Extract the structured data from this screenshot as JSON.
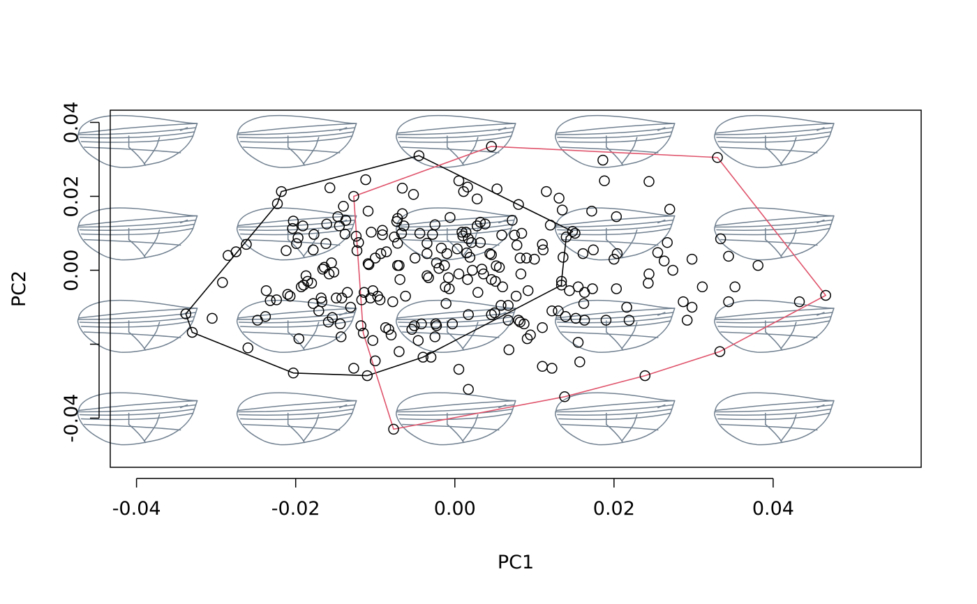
{
  "chart_data": {
    "type": "scatter",
    "title": "",
    "xlabel": "PC1",
    "ylabel": "PC2",
    "xlim": [
      -0.0433,
      0.0586
    ],
    "ylim": [
      -0.0533,
      0.0433
    ],
    "x_ticks": [
      -0.04,
      -0.02,
      0.0,
      0.02,
      0.04
    ],
    "x_tick_labels": [
      "-0.04",
      "-0.02",
      "0.00",
      "0.02",
      "0.04"
    ],
    "y_ticks": [
      -0.04,
      -0.02,
      0.0,
      0.02,
      0.04
    ],
    "y_tick_labels": [
      "-0.04",
      "",
      "0.00",
      "0.02",
      "0.04"
    ],
    "grid": false,
    "legend": "none",
    "background_wings": {
      "x_centers": [
        -0.04,
        -0.02,
        0.0,
        0.02,
        0.04
      ],
      "y_centers": [
        0.035,
        0.01,
        -0.015,
        -0.04
      ],
      "color": "#708090",
      "icon": "fly-wing-icon"
    },
    "hulls": [
      {
        "color": "#000000",
        "vertices": [
          [
            -0.0045,
            0.031
          ],
          [
            0.0148,
            0.0105
          ],
          [
            0.014,
            0.009
          ],
          [
            0.0134,
            -0.003
          ],
          [
            0.0134,
            -0.004
          ],
          [
            -0.004,
            -0.0235
          ],
          [
            -0.011,
            -0.0285
          ],
          [
            -0.0203,
            -0.0278
          ],
          [
            -0.033,
            -0.0168
          ],
          [
            -0.0338,
            -0.0118
          ],
          [
            -0.0223,
            0.018
          ],
          [
            -0.0218,
            0.0213
          ]
        ]
      },
      {
        "color": "#DF536B",
        "vertices": [
          [
            0.0046,
            0.0335
          ],
          [
            0.033,
            0.0305
          ],
          [
            0.0466,
            -0.0068
          ],
          [
            0.0333,
            -0.022
          ],
          [
            0.0239,
            -0.0285
          ],
          [
            0.0138,
            -0.0342
          ],
          [
            -0.0077,
            -0.043
          ],
          [
            -0.0115,
            -0.017
          ],
          [
            -0.0127,
            0.02
          ]
        ]
      }
    ],
    "points": [
      [
        -0.0045,
        0.031
      ],
      [
        0.0046,
        0.0335
      ],
      [
        0.033,
        0.0305
      ],
      [
        0.0186,
        0.0298
      ],
      [
        0.0188,
        0.0242
      ],
      [
        0.0244,
        0.024
      ],
      [
        -0.0218,
        0.0213
      ],
      [
        -0.0223,
        0.018
      ],
      [
        -0.0157,
        0.0223
      ],
      [
        -0.0112,
        0.0245
      ],
      [
        -0.0066,
        0.0222
      ],
      [
        -0.0052,
        0.0205
      ],
      [
        0.0005,
        0.0242
      ],
      [
        0.0011,
        0.0213
      ],
      [
        0.0016,
        0.0225
      ],
      [
        0.0053,
        0.022
      ],
      [
        0.0115,
        0.0213
      ],
      [
        0.0131,
        0.0195
      ],
      [
        0.0135,
        0.0163
      ],
      [
        0.008,
        0.0178
      ],
      [
        0.0028,
        0.0193
      ],
      [
        0.0172,
        0.016
      ],
      [
        0.0203,
        0.0145
      ],
      [
        0.027,
        0.0165
      ],
      [
        -0.014,
        0.0173
      ],
      [
        -0.0127,
        0.02
      ],
      [
        -0.0109,
        0.016
      ],
      [
        -0.0066,
        0.0153
      ],
      [
        -0.0072,
        0.014
      ],
      [
        -0.0147,
        0.0145
      ],
      [
        -0.0161,
        0.0125
      ],
      [
        -0.0137,
        0.0135
      ],
      [
        -0.0145,
        0.012
      ],
      [
        -0.0203,
        0.0133
      ],
      [
        -0.0191,
        0.012
      ],
      [
        -0.0204,
        0.0113
      ],
      [
        -0.0177,
        0.0097
      ],
      [
        -0.0197,
        0.0088
      ],
      [
        -0.0199,
        0.0072
      ],
      [
        -0.0162,
        0.0072
      ],
      [
        -0.0212,
        0.0053
      ],
      [
        -0.0178,
        0.0055
      ],
      [
        -0.0138,
        0.0098
      ],
      [
        -0.0124,
        0.0092
      ],
      [
        -0.0121,
        0.0075
      ],
      [
        -0.0123,
        0.0053
      ],
      [
        -0.0105,
        0.0103
      ],
      [
        -0.0091,
        0.0096
      ],
      [
        -0.0091,
        0.0108
      ],
      [
        -0.0073,
        0.0132
      ],
      [
        -0.0064,
        0.012
      ],
      [
        -0.0067,
        0.01
      ],
      [
        -0.0076,
        0.009
      ],
      [
        -0.0072,
        0.0073
      ],
      [
        -0.0086,
        0.005
      ],
      [
        -0.0093,
        0.0045
      ],
      [
        -0.01,
        0.0033
      ],
      [
        -0.0109,
        0.0018
      ],
      [
        -0.0108,
        0.0015
      ],
      [
        -0.0072,
        0.0013
      ],
      [
        -0.0044,
        0.01
      ],
      [
        -0.0035,
        0.0073
      ],
      [
        -0.0035,
        0.0045
      ],
      [
        -0.0028,
        0.0097
      ],
      [
        -0.0025,
        0.0123
      ],
      [
        -0.0017,
        0.006
      ],
      [
        -0.001,
        0.0045
      ],
      [
        -0.0006,
        0.0143
      ],
      [
        0.0003,
        0.0058
      ],
      [
        0.0009,
        0.0103
      ],
      [
        0.001,
        0.0093
      ],
      [
        0.0014,
        0.0103
      ],
      [
        0.0015,
        0.0047
      ],
      [
        0.0017,
        0.0085
      ],
      [
        0.0021,
        0.0075
      ],
      [
        0.0019,
        0.0035
      ],
      [
        0.0028,
        0.012
      ],
      [
        0.0032,
        0.013
      ],
      [
        0.0038,
        0.0125
      ],
      [
        0.0032,
        0.0075
      ],
      [
        0.0044,
        0.0045
      ],
      [
        0.0046,
        0.0042
      ],
      [
        0.0052,
        0.0012
      ],
      [
        0.0056,
        0.0008
      ],
      [
        0.0059,
        0.0095
      ],
      [
        0.0072,
        0.0135
      ],
      [
        0.0075,
        0.0095
      ],
      [
        0.0078,
        0.0068
      ],
      [
        0.0084,
        0.01
      ],
      [
        0.0082,
        0.0033
      ],
      [
        0.0083,
        -0.001
      ],
      [
        0.009,
        0.0033
      ],
      [
        0.01,
        0.003
      ],
      [
        0.011,
        0.007
      ],
      [
        0.0111,
        0.0055
      ],
      [
        0.012,
        0.0122
      ],
      [
        0.0148,
        0.0105
      ],
      [
        0.014,
        0.009
      ],
      [
        0.0151,
        0.01
      ],
      [
        0.0136,
        0.0035
      ],
      [
        0.0161,
        0.0045
      ],
      [
        0.0174,
        0.0055
      ],
      [
        0.02,
        0.003
      ],
      [
        0.0204,
        0.0045
      ],
      [
        0.0255,
        0.0048
      ],
      [
        0.0263,
        0.0025
      ],
      [
        0.0267,
        0.0075
      ],
      [
        0.0274,
        0.0
      ],
      [
        0.0298,
        0.003
      ],
      [
        0.0334,
        0.0085
      ],
      [
        0.0344,
        0.0038
      ],
      [
        0.0381,
        0.0013
      ],
      [
        -0.0262,
        0.007
      ],
      [
        -0.0275,
        0.005
      ],
      [
        -0.0285,
        0.004
      ],
      [
        -0.0292,
        -0.0033
      ],
      [
        -0.0237,
        -0.0055
      ],
      [
        -0.0232,
        -0.0082
      ],
      [
        -0.0224,
        -0.008
      ],
      [
        -0.0248,
        -0.0135
      ],
      [
        -0.0238,
        -0.0125
      ],
      [
        -0.021,
        -0.0065
      ],
      [
        -0.0207,
        -0.007
      ],
      [
        -0.019,
        -0.004
      ],
      [
        -0.0193,
        -0.0045
      ],
      [
        -0.0187,
        -0.0015
      ],
      [
        -0.0185,
        -0.003
      ],
      [
        -0.018,
        -0.0035
      ],
      [
        -0.0166,
        0.0003
      ],
      [
        -0.0164,
        0.0008
      ],
      [
        -0.0155,
        0.002
      ],
      [
        -0.0158,
        -0.001
      ],
      [
        -0.0152,
        -0.0005
      ],
      [
        -0.0168,
        -0.0075
      ],
      [
        -0.0167,
        -0.0085
      ],
      [
        -0.0149,
        -0.0075
      ],
      [
        -0.0142,
        -0.0075
      ],
      [
        -0.0135,
        -0.006
      ],
      [
        -0.0131,
        -0.01
      ],
      [
        -0.0117,
        -0.008
      ],
      [
        -0.0114,
        -0.006
      ],
      [
        -0.0103,
        -0.0055
      ],
      [
        -0.0106,
        -0.0075
      ],
      [
        -0.0097,
        -0.007
      ],
      [
        -0.0094,
        -0.008
      ],
      [
        -0.0078,
        -0.0085
      ],
      [
        -0.0069,
        -0.0025
      ],
      [
        -0.0062,
        -0.007
      ],
      [
        -0.007,
        0.0013
      ],
      [
        -0.005,
        0.0033
      ],
      [
        -0.0035,
        -0.0015
      ],
      [
        -0.0033,
        -0.002
      ],
      [
        -0.0023,
        0.002
      ],
      [
        -0.002,
        0.0005
      ],
      [
        -0.0013,
        0.0013
      ],
      [
        -0.0012,
        -0.0045
      ],
      [
        -0.0008,
        -0.002
      ],
      [
        -0.0007,
        -0.005
      ],
      [
        -0.0011,
        -0.009
      ],
      [
        0.0005,
        -0.001
      ],
      [
        0.0016,
        -0.0025
      ],
      [
        0.0022,
        0.0
      ],
      [
        0.0029,
        -0.006
      ],
      [
        0.0034,
        0.0003
      ],
      [
        0.0036,
        -0.001
      ],
      [
        0.0046,
        -0.0025
      ],
      [
        0.0051,
        -0.003
      ],
      [
        0.006,
        -0.0045
      ],
      [
        0.0067,
        -0.0095
      ],
      [
        0.0077,
        -0.007
      ],
      [
        0.0092,
        -0.0055
      ],
      [
        0.0134,
        -0.003
      ],
      [
        0.0134,
        -0.004
      ],
      [
        0.0144,
        -0.0055
      ],
      [
        0.0155,
        -0.0045
      ],
      [
        0.0163,
        -0.006
      ],
      [
        0.0173,
        -0.005
      ],
      [
        0.0162,
        -0.009
      ],
      [
        0.0203,
        -0.005
      ],
      [
        0.0216,
        -0.01
      ],
      [
        0.0243,
        -0.0035
      ],
      [
        0.0244,
        -0.001
      ],
      [
        0.0287,
        -0.0085
      ],
      [
        0.0298,
        -0.01
      ],
      [
        0.0311,
        -0.0045
      ],
      [
        0.0344,
        -0.0085
      ],
      [
        0.0352,
        -0.0045
      ],
      [
        0.0433,
        -0.0085
      ],
      [
        0.0466,
        -0.0068
      ],
      [
        -0.0338,
        -0.0118
      ],
      [
        -0.033,
        -0.0168
      ],
      [
        -0.0305,
        -0.013
      ],
      [
        -0.026,
        -0.021
      ],
      [
        -0.0178,
        -0.009
      ],
      [
        -0.0171,
        -0.011
      ],
      [
        -0.0154,
        -0.0128
      ],
      [
        -0.0159,
        -0.014
      ],
      [
        -0.0144,
        -0.0145
      ],
      [
        -0.0196,
        -0.0185
      ],
      [
        -0.0143,
        -0.018
      ],
      [
        -0.0118,
        -0.015
      ],
      [
        -0.0115,
        -0.017
      ],
      [
        -0.0087,
        -0.0155
      ],
      [
        -0.0083,
        -0.016
      ],
      [
        -0.0103,
        -0.019
      ],
      [
        -0.008,
        -0.0175
      ],
      [
        -0.0051,
        -0.015
      ],
      [
        -0.0054,
        -0.016
      ],
      [
        -0.0046,
        -0.019
      ],
      [
        -0.0042,
        -0.0145
      ],
      [
        -0.0025,
        -0.018
      ],
      [
        -0.0024,
        -0.0145
      ],
      [
        -0.0023,
        -0.015
      ],
      [
        -0.0003,
        -0.0145
      ],
      [
        0.0017,
        -0.012
      ],
      [
        0.0046,
        -0.012
      ],
      [
        0.005,
        -0.0115
      ],
      [
        0.0058,
        -0.0095
      ],
      [
        0.0067,
        -0.0135
      ],
      [
        0.008,
        -0.0135
      ],
      [
        0.0082,
        -0.014
      ],
      [
        0.0087,
        -0.0145
      ],
      [
        0.0091,
        -0.0185
      ],
      [
        0.0095,
        -0.0175
      ],
      [
        0.011,
        -0.0155
      ],
      [
        0.0122,
        -0.011
      ],
      [
        0.013,
        -0.011
      ],
      [
        0.0139,
        -0.0125
      ],
      [
        0.0152,
        -0.013
      ],
      [
        0.0163,
        -0.0135
      ],
      [
        0.019,
        -0.0135
      ],
      [
        0.0219,
        -0.0135
      ],
      [
        0.0292,
        -0.0135
      ],
      [
        0.0155,
        -0.0195
      ],
      [
        0.0068,
        -0.0215
      ],
      [
        -0.003,
        -0.0235
      ],
      [
        -0.004,
        -0.0235
      ],
      [
        -0.007,
        -0.022
      ],
      [
        -0.011,
        -0.0285
      ],
      [
        -0.0127,
        -0.0265
      ],
      [
        -0.0203,
        -0.0278
      ],
      [
        -0.01,
        -0.0245
      ],
      [
        0.0005,
        -0.0268
      ],
      [
        0.0017,
        -0.0322
      ],
      [
        0.011,
        -0.026
      ],
      [
        0.0122,
        -0.0265
      ],
      [
        0.0157,
        -0.0248
      ],
      [
        0.0333,
        -0.022
      ],
      [
        0.0239,
        -0.0285
      ],
      [
        0.0138,
        -0.0342
      ],
      [
        -0.0077,
        -0.043
      ]
    ]
  }
}
